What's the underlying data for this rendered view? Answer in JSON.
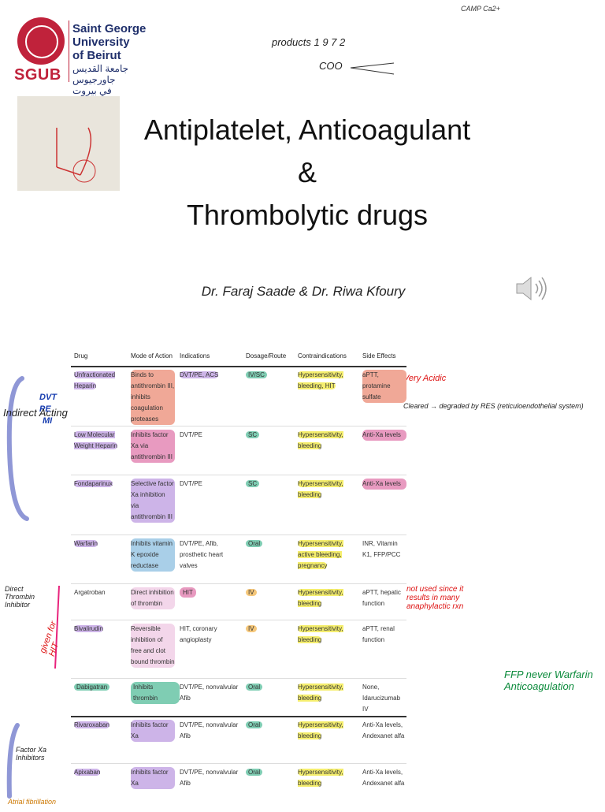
{
  "logo": {
    "name_lines": [
      "Saint George",
      "University",
      "of Beirut"
    ],
    "abbr": "SGUB",
    "arabic_lines": [
      "جامعة القديس جاورجيوس",
      "في بيروت"
    ],
    "brand_color": "#c0223b",
    "navy_color": "#1f2f6b"
  },
  "title": {
    "line1": "Antiplatelet, Anticoagulant",
    "line2": "&",
    "line3": "Thrombolytic drugs"
  },
  "authors": "Dr. Faraj Saade & Dr. Riwa Kfoury",
  "table": {
    "headers": [
      "Drug",
      "Mode of Action",
      "Indications",
      "Dosage/Route",
      "Contraindications",
      "Side Effects"
    ],
    "rows": [
      {
        "drug": "Unfractionated Heparin",
        "moa": "Binds to antithrombin III, inhibits coagulation proteases",
        "ind": "DVT/PE, ACS",
        "dose": "IV/SC",
        "contra": "Hypersensitivity, bleeding, HIT",
        "side": "aPTT, protamine sulfate"
      },
      {
        "drug": "Low Molecular Weight Heparin",
        "moa": "Inhibits factor Xa via antithrombin III",
        "ind": "DVT/PE",
        "dose": "SC",
        "contra": "Hypersensitivity, bleeding",
        "side": "Anti-Xa levels"
      },
      {
        "drug": "Fondaparinux",
        "moa": "Selective factor Xa inhibition via antithrombin III",
        "ind": "DVT/PE",
        "dose": "SC",
        "contra": "Hypersensitivity, bleeding",
        "side": "Anti-Xa levels"
      },
      {
        "drug": "Warfarin",
        "moa": "Inhibits vitamin K epoxide reductase",
        "ind": "DVT/PE, Afib, prosthetic heart valves",
        "dose": "Oral",
        "contra": "Hypersensitivity, active bleeding, pregnancy",
        "side": "INR, Vitamin K1, FFP/PCC"
      },
      {
        "drug": "Argatroban",
        "moa": "Direct inhibition of thrombin",
        "ind": "HIT",
        "dose": "IV",
        "contra": "Hypersensitivity, bleeding",
        "side": "aPTT, hepatic function"
      },
      {
        "drug": "Bivalirudin",
        "moa": "Reversible inhibition of free and clot bound thrombin",
        "ind": "HIT, coronary angioplasty",
        "dose": "IV",
        "contra": "Hypersensitivity, bleeding",
        "side": "aPTT, renal function"
      },
      {
        "drug": "Dabigatran",
        "moa": "Inhibits thrombin",
        "ind": "DVT/PE, nonvalvular Afib",
        "dose": "Oral",
        "contra": "Hypersensitivity, bleeding",
        "side": "None, Idarucizumab IV"
      },
      {
        "drug": "Rivaroxaban",
        "moa": "Inhibits factor Xa",
        "ind": "DVT/PE, nonvalvular Afib",
        "dose": "Oral",
        "contra": "Hypersensitivity, bleeding",
        "side": "Anti-Xa levels, Andexanet alfa"
      },
      {
        "drug": "Apixaban",
        "moa": "Inhibits factor Xa",
        "ind": "DVT/PE, nonvalvular Afib",
        "dose": "Oral",
        "contra": "Hypersensitivity, bleeding",
        "side": "Anti-Xa levels, Andexanet alfa"
      }
    ]
  },
  "handwriting": {
    "camp": "CAMP Ca2+",
    "top_note": "products 1 9 7 2",
    "coo": "COO",
    "indirect": "Indirect Acting",
    "direct": "Direct Thrombin Inhibitor",
    "dvt": "DVT",
    "pe": "PE",
    "mi": "MI",
    "very_acidic": "Very Acidic",
    "cleared": "Cleared → degraded by RES (reticuloendothelial system)",
    "ffp": "FFP never Warfarin Anticoagulation",
    "not_used": "not used since it results in many anaphylactic rxn",
    "given_for_hit": "given for HIT",
    "factor_xa": "Factor Xa Inhibitors",
    "atrial": "Atrial fibrillation"
  },
  "colors": {
    "purple_highlight": "#cdb4e8",
    "red_highlight": "#f0a897",
    "yellow_highlight": "#f5ee6e",
    "teal_highlight": "#7fcdb3",
    "orange_highlight": "#f5c77a",
    "pen_red": "#d11111",
    "pen_green": "#0a8a3a",
    "bracket_blue": "#8f97d6"
  },
  "icons": {
    "speaker": "speaker-icon"
  }
}
